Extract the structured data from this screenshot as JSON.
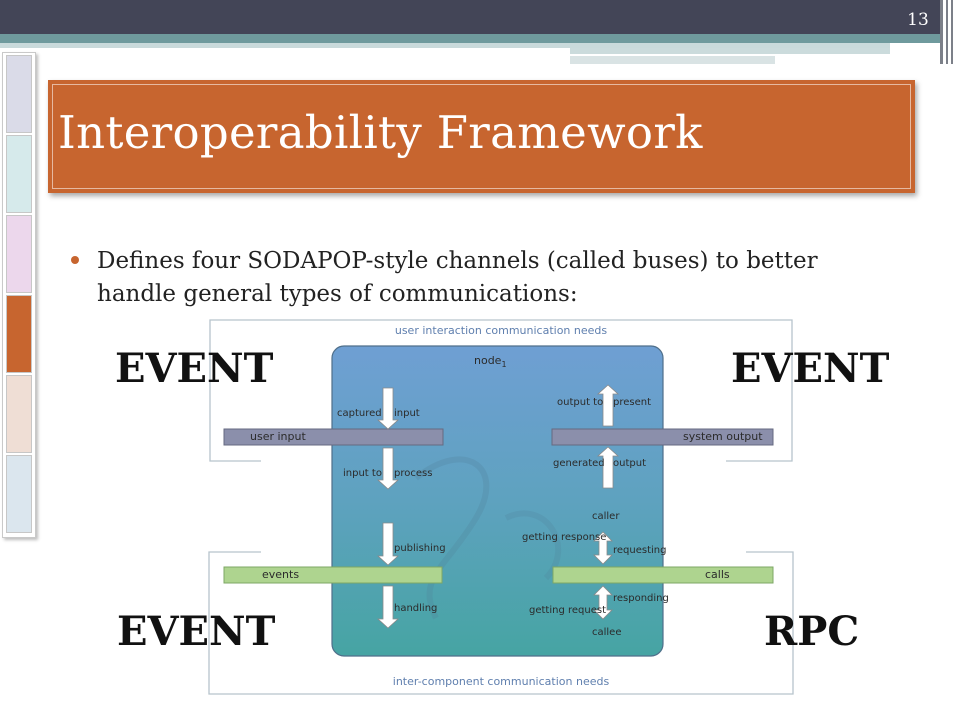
{
  "slide": {
    "page_number": "13",
    "title": "Interoperability Framework",
    "bullet": "Defines four SODAPOP-style channels (called buses) to better handle general types of communications:"
  },
  "diagram": {
    "top_heading": "user interaction communication needs",
    "bottom_heading": "inter-component communication needs",
    "node_label": "node",
    "node_subscript": "1",
    "buses": {
      "user_input": "user input",
      "system_output": "system output",
      "events": "events",
      "calls": "calls"
    },
    "arrow_labels": {
      "captured": "captured",
      "input": "input",
      "input_to": "input to",
      "process": "process",
      "output_to": "output to",
      "present": "present",
      "generated": "generated",
      "output": "output",
      "publishing": "publishing",
      "handling": "handling",
      "caller": "caller",
      "getting_response": "getting response",
      "requesting": "requesting",
      "responding": "responding",
      "getting_request": "getting request",
      "callee": "callee"
    }
  },
  "overlay_labels": {
    "top_left": "EVENT",
    "top_right": "EVENT",
    "bottom_left": "EVENT",
    "bottom_right": "RPC"
  }
}
